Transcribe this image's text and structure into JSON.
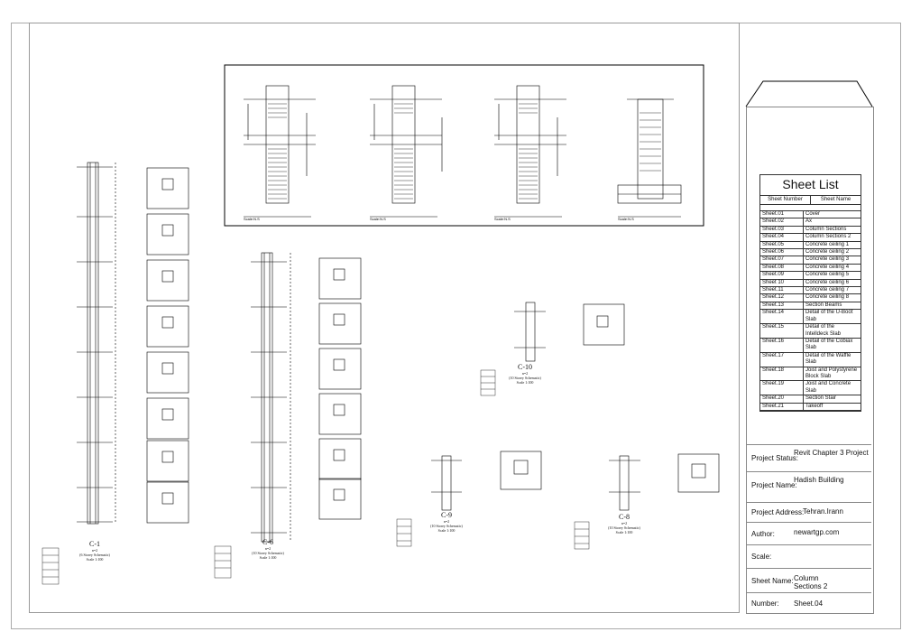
{
  "sheet_list": {
    "title": "Sheet List",
    "headers": [
      "Sheet Number",
      "Sheet Name"
    ],
    "rows": [
      [
        "Sheet.01",
        "Cover"
      ],
      [
        "Sheet.02",
        "Ax"
      ],
      [
        "Sheet.03",
        "Column Sections"
      ],
      [
        "Sheet.04",
        "Column Sections 2"
      ],
      [
        "Sheet.05",
        "Concrete ceiling 1"
      ],
      [
        "Sheet.06",
        "Concrete ceiling 2"
      ],
      [
        "Sheet.07",
        "Concrete ceiling 3"
      ],
      [
        "Sheet.08",
        "Concrete ceiling 4"
      ],
      [
        "Sheet.09",
        "Concrete ceiling 5"
      ],
      [
        "Sheet 10",
        "Concrete ceiling 6"
      ],
      [
        "Sheet.11",
        "Concrete ceiling 7"
      ],
      [
        "Sheet.12",
        "Concrete ceiling 8"
      ],
      [
        "Sheet.13",
        "Section Beams"
      ],
      [
        "Sheet.14",
        "Detail of the U-Boot Slab"
      ],
      [
        "Sheet.15",
        "Detail of the Intelldeck Slab"
      ],
      [
        "Sheet.16",
        "Detail of the Cobiax Slab"
      ],
      [
        "Sheet.17",
        "Detail of the Waffle Slab"
      ],
      [
        "Sheet.18",
        "Joist and Polystyrene Block Slab"
      ],
      [
        "Sheet.19",
        "Joist and Concrete Slab"
      ],
      [
        "Sheet.20",
        "Section Stair"
      ],
      [
        "Sheet.21",
        "Takeoff"
      ]
    ]
  },
  "title_block": {
    "project_status_label": "Project Status:",
    "project_status": "Revit Chapter 3 Project",
    "project_name_label": "Project Name:",
    "project_name": "Hadish Building",
    "project_address_label": "Project Address:",
    "project_address": "Tehran.Irann",
    "author_label": "Author:",
    "author": "newartgp.com",
    "scale_label": "Scale:",
    "scale": "",
    "sheet_name_label": "Sheet Name:",
    "sheet_name": "Column Sections 2",
    "number_label": "Number:",
    "number": "Sheet.04"
  },
  "details": {
    "scale_labels": [
      "Scale:N.S",
      "Scale:N.S",
      "Scale:N.S",
      "Scale:N.S"
    ]
  },
  "columns": [
    {
      "label": "C-1",
      "sub": "n=2",
      "desc": "(6 Storey Schematic)",
      "scale": "Scale 1:100"
    },
    {
      "label": "C-6",
      "sub": "n=2",
      "desc": "(10 Storey Schematic)",
      "scale": "Scale 1:100"
    },
    {
      "label": "C-10",
      "sub": "n=2",
      "desc": "(10 Storey Schematic)",
      "scale": "Scale 1:100"
    },
    {
      "label": "C-9",
      "sub": "n=2",
      "desc": "(10 Storey Schematic)",
      "scale": "Scale 1:100"
    },
    {
      "label": "C-8",
      "sub": "n=2",
      "desc": "(10 Storey Schematic)",
      "scale": "Scale 1:100"
    }
  ]
}
